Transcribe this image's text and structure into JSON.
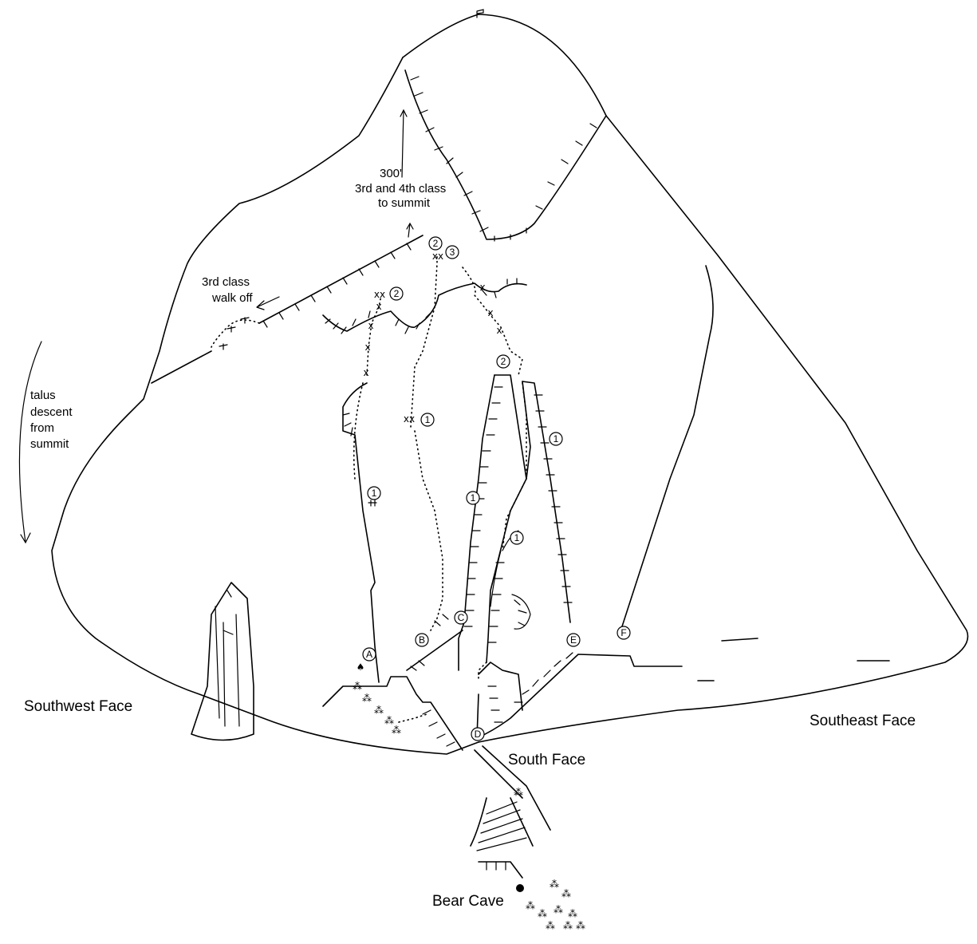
{
  "faces": {
    "southwest": "Southwest Face",
    "south": "South Face",
    "southeast": "Southeast Face"
  },
  "notes": {
    "descent": [
      "talus",
      "descent",
      "from",
      "summit"
    ],
    "walkoff": [
      "3rd class",
      "walk off"
    ],
    "summit": [
      "300'",
      "3rd and 4th class",
      "to summit"
    ]
  },
  "landmark": {
    "bear_cave": "Bear Cave"
  },
  "routes": [
    "A",
    "B",
    "C",
    "D",
    "E",
    "F"
  ],
  "belay_x": "x",
  "belay_xx": "xx",
  "pitches": [
    "1",
    "2",
    "3"
  ]
}
